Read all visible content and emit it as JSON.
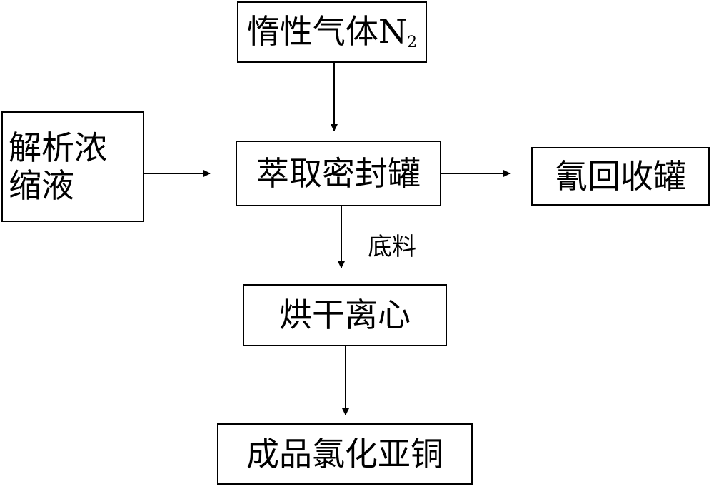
{
  "nodes": {
    "inert_gas": {
      "label": "惰性气体N",
      "subscript": "2"
    },
    "desorption_liquid": {
      "line1": "解析浓",
      "line2": "缩液"
    },
    "extraction_tank": {
      "label": "萃取密封罐"
    },
    "cyanide_recovery": {
      "label": "氰回收罐"
    },
    "drying_centrifuge": {
      "label": "烘干离心"
    },
    "product": {
      "label": "成品氯化亚铜"
    }
  },
  "edges": {
    "bottom_material_label": "底料"
  }
}
